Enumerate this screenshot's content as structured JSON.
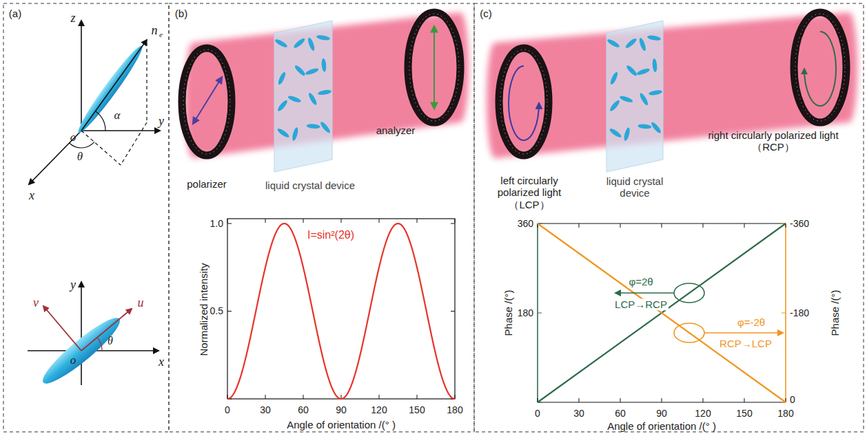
{
  "diagram": {
    "labels": [
      "(a)",
      "z",
      "n",
      "e",
      "o",
      "α",
      "y",
      "θ",
      "x",
      "y",
      "v",
      "u",
      "o",
      "θ",
      "x",
      "(b)",
      "polarizer",
      "liquid crystal device",
      "analyzer",
      "1.0",
      "0.5",
      "0",
      "30",
      "60",
      "90",
      "120",
      "150",
      "180",
      "Normalized intensity",
      "Angle of orientation /(° )",
      "I=sin²(2θ)",
      "(c)",
      "left circularly polarized light（LCP）",
      "liquid crystal device",
      "right circularly polarized light（RCP）",
      "360",
      "180",
      "-360",
      "-180",
      "0",
      "0",
      "30",
      "60",
      "90",
      "120",
      "150",
      "180",
      "Phase /(°)",
      "Phase /(°)",
      "φ=2θ",
      "LCP→RCP",
      "φ=-2θ",
      "RCP→LCP",
      "Angle of orientation /(° )"
    ]
  }
}
